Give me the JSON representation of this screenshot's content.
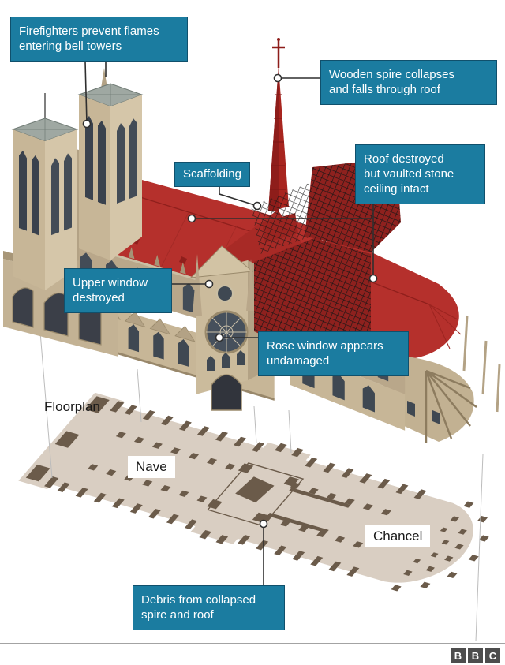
{
  "title": "Notre-Dame fire damage diagram",
  "callouts": {
    "firefighters": {
      "text": "Firefighters prevent flames\nentering bell towers"
    },
    "spire": {
      "text": "Wooden spire collapses\nand falls through roof"
    },
    "scaffolding": {
      "text": "Scaffolding"
    },
    "roof": {
      "text": "Roof destroyed\nbut vaulted stone\nceiling intact"
    },
    "upper_window": {
      "text": "Upper window\ndestroyed"
    },
    "rose_window": {
      "text": "Rose window appears\nundamaged"
    },
    "debris": {
      "text": "Debris from collapsed\nspire and roof"
    }
  },
  "floorplan": {
    "title": "Floorplan",
    "nave_label": "Nave",
    "chancel_label": "Chancel"
  },
  "branding": {
    "letters": [
      "B",
      "B",
      "C"
    ]
  },
  "colors": {
    "callout_bg": "#1b7ca0",
    "callout_border": "#10506c",
    "callout_text": "#ffffff",
    "damage_red": "#b5302c",
    "damage_red_dark": "#9c2420",
    "stone_light": "#d5c6a9",
    "stone_mid": "#c3b294",
    "stone_dark": "#9a8a6c",
    "window_dark": "#3f4852",
    "floorplan_bg": "#d9cec2",
    "floorplan_dark": "#6b5b4a",
    "line": "#2f2f2f",
    "projection_line": "#bcbcbc",
    "separator": "#a3a3a3",
    "logo_bg": "#4d4d4d"
  }
}
